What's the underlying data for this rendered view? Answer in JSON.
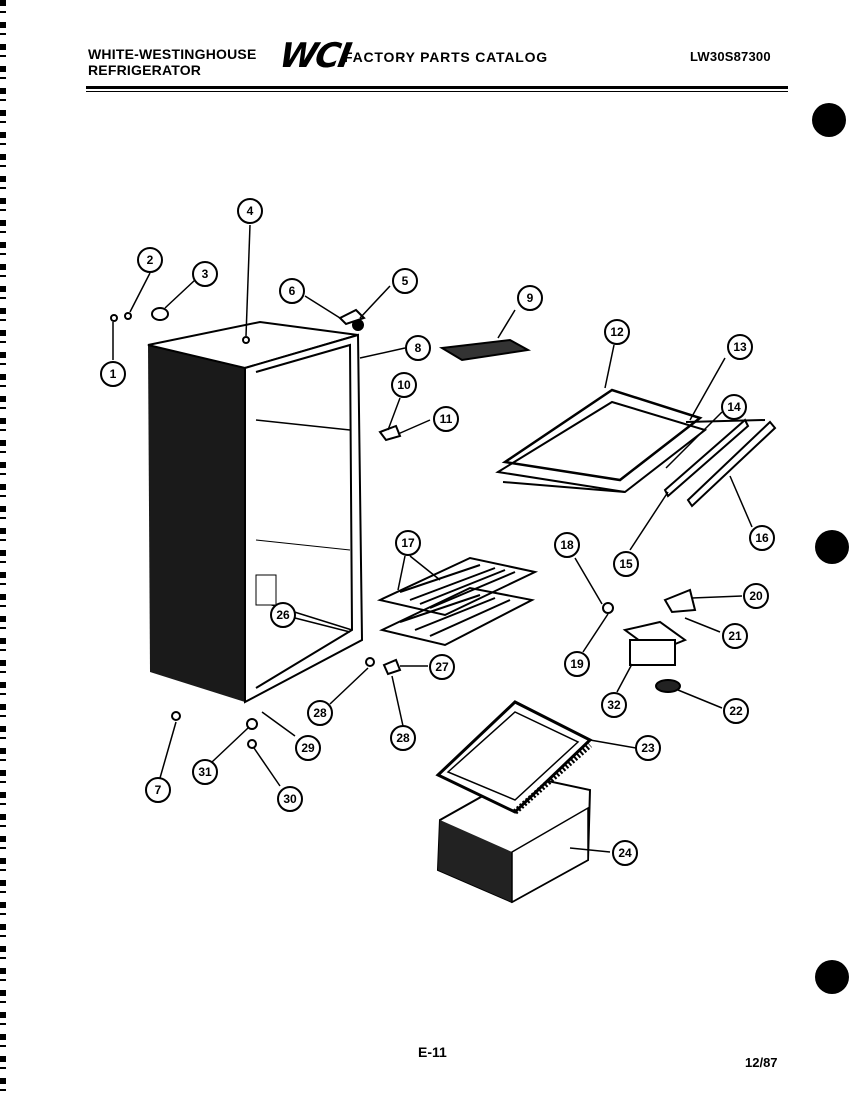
{
  "header": {
    "brand_line1": "WHITE-WESTINGHOUSE",
    "brand_line2": "REFRIGERATOR",
    "logo": "WCI",
    "catalog_title": "FACTORY PARTS CATALOG",
    "model_number": "LW30S87300"
  },
  "footer": {
    "page_number": "E-11",
    "date": "12/87"
  },
  "diagram": {
    "parts": [
      {
        "id": "callout-1",
        "label": "1"
      },
      {
        "id": "callout-2",
        "label": "2"
      },
      {
        "id": "callout-3",
        "label": "3"
      },
      {
        "id": "callout-4",
        "label": "4"
      },
      {
        "id": "callout-5",
        "label": "5"
      },
      {
        "id": "callout-6",
        "label": "6"
      },
      {
        "id": "callout-7",
        "label": "7"
      },
      {
        "id": "callout-8",
        "label": "8"
      },
      {
        "id": "callout-9",
        "label": "9"
      },
      {
        "id": "callout-10",
        "label": "10"
      },
      {
        "id": "callout-11",
        "label": "11"
      },
      {
        "id": "callout-12",
        "label": "12"
      },
      {
        "id": "callout-13",
        "label": "13"
      },
      {
        "id": "callout-14",
        "label": "14"
      },
      {
        "id": "callout-15",
        "label": "15"
      },
      {
        "id": "callout-16",
        "label": "16"
      },
      {
        "id": "callout-17",
        "label": "17"
      },
      {
        "id": "callout-18",
        "label": "18"
      },
      {
        "id": "callout-19",
        "label": "19"
      },
      {
        "id": "callout-20",
        "label": "20"
      },
      {
        "id": "callout-21",
        "label": "21"
      },
      {
        "id": "callout-22",
        "label": "22"
      },
      {
        "id": "callout-23",
        "label": "23"
      },
      {
        "id": "callout-24",
        "label": "24"
      },
      {
        "id": "callout-26",
        "label": "26"
      },
      {
        "id": "callout-27",
        "label": "27"
      },
      {
        "id": "callout-28a",
        "label": "28"
      },
      {
        "id": "callout-28b",
        "label": "28"
      },
      {
        "id": "callout-29",
        "label": "29"
      },
      {
        "id": "callout-30",
        "label": "30"
      },
      {
        "id": "callout-31",
        "label": "31"
      },
      {
        "id": "callout-32",
        "label": "32"
      }
    ]
  }
}
